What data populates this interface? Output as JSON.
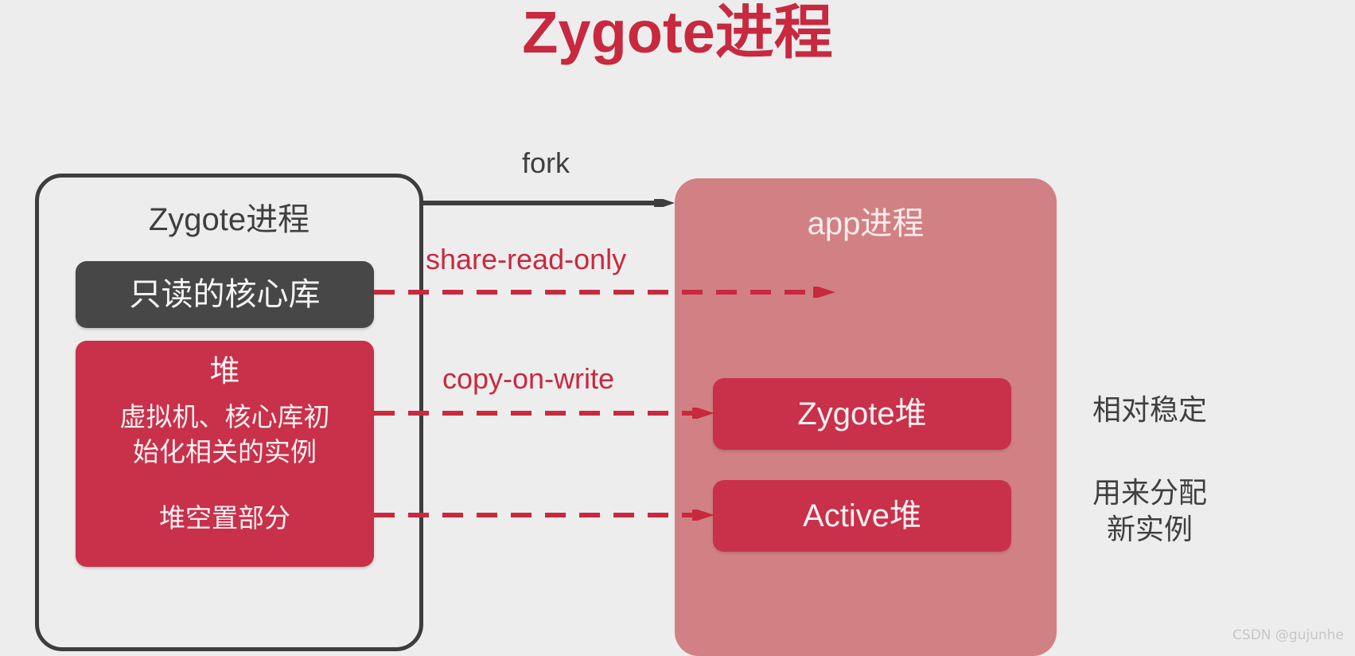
{
  "page": {
    "title": "Zygote进程",
    "background_color": "#ededed",
    "accent_red": "#c9304a",
    "dark_gray": "#474747",
    "dusty_rose": "#d18183"
  },
  "zygote_process": {
    "label": "Zygote进程",
    "readonly_core_library": "只读的核心库",
    "heap": {
      "title": "堆",
      "description": "虚拟机、核心库初\n始化相关的实例",
      "description_line1": "虚拟机、核心库初",
      "description_line2": "始化相关的实例",
      "free_part": "堆空置部分"
    }
  },
  "app_process": {
    "label": "app进程",
    "heaps": [
      {
        "label": "Zygote堆"
      },
      {
        "label": "Active堆"
      }
    ]
  },
  "connectors": {
    "fork": "fork",
    "share_read_only": "share-read-only",
    "copy_on_write": "copy-on-write"
  },
  "side_notes": [
    {
      "text": "相对稳定"
    },
    {
      "text_line1": "用来分配",
      "text_line2": "新实例"
    }
  ],
  "watermark": "CSDN @gujunhe"
}
